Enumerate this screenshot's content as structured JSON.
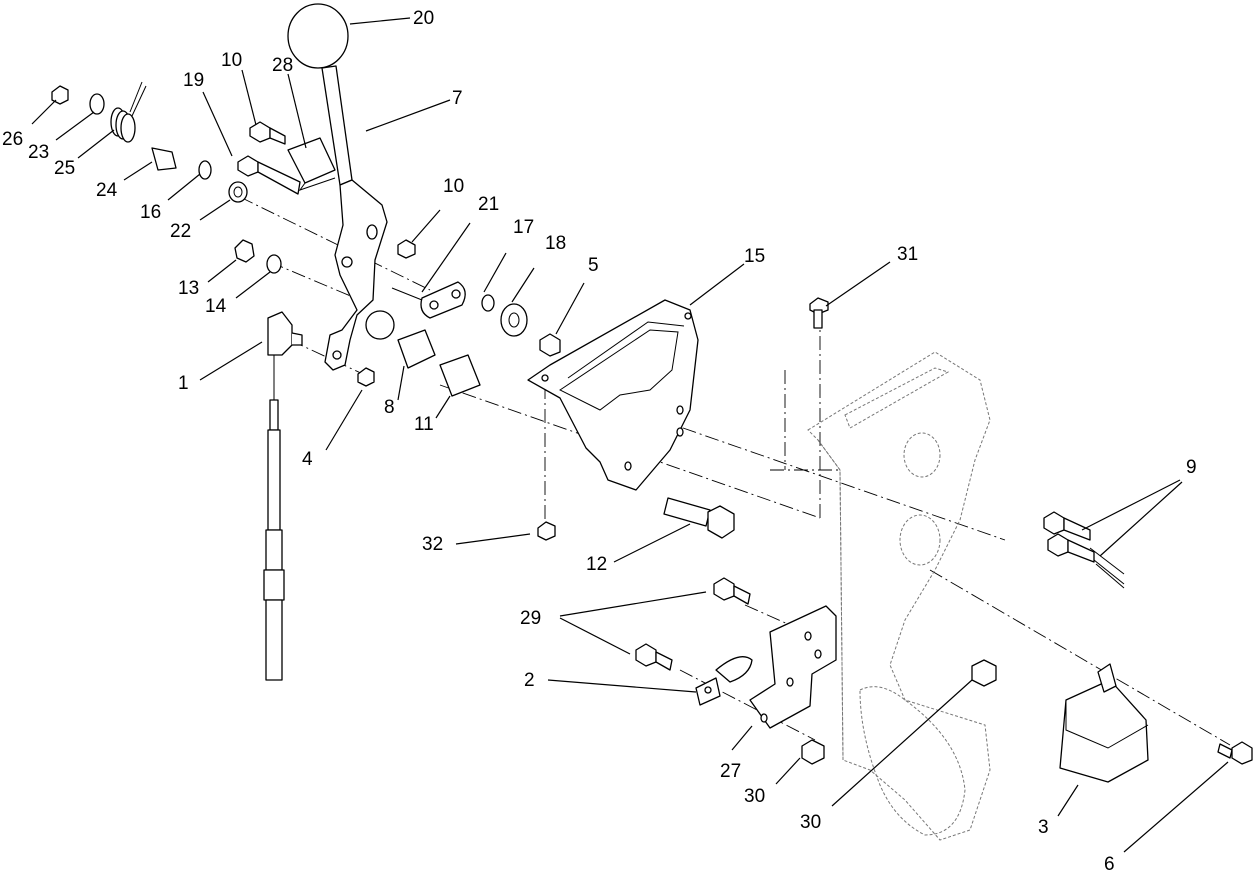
{
  "callouts": [
    {
      "id": "c20a",
      "label": "20"
    },
    {
      "id": "c7",
      "label": "7"
    },
    {
      "id": "c28",
      "label": "28"
    },
    {
      "id": "c10a",
      "label": "10"
    },
    {
      "id": "c19",
      "label": "19"
    },
    {
      "id": "c26",
      "label": "26"
    },
    {
      "id": "c23",
      "label": "23"
    },
    {
      "id": "c25",
      "label": "25"
    },
    {
      "id": "c24",
      "label": "24"
    },
    {
      "id": "c16",
      "label": "16"
    },
    {
      "id": "c22",
      "label": "22"
    },
    {
      "id": "c10b",
      "label": "10"
    },
    {
      "id": "c21",
      "label": "21"
    },
    {
      "id": "c17",
      "label": "17"
    },
    {
      "id": "c18",
      "label": "18"
    },
    {
      "id": "c5",
      "label": "5"
    },
    {
      "id": "c15",
      "label": "15"
    },
    {
      "id": "c31",
      "label": "31"
    },
    {
      "id": "c13",
      "label": "13"
    },
    {
      "id": "c14",
      "label": "14"
    },
    {
      "id": "c1",
      "label": "1"
    },
    {
      "id": "c8",
      "label": "8"
    },
    {
      "id": "c11",
      "label": "11"
    },
    {
      "id": "c4",
      "label": "4"
    },
    {
      "id": "c9",
      "label": "9"
    },
    {
      "id": "c32",
      "label": "32"
    },
    {
      "id": "c12",
      "label": "12"
    },
    {
      "id": "c29",
      "label": "29"
    },
    {
      "id": "c2",
      "label": "2"
    },
    {
      "id": "c27",
      "label": "27"
    },
    {
      "id": "c30a",
      "label": "30"
    },
    {
      "id": "c30b",
      "label": "30"
    },
    {
      "id": "c3",
      "label": "3"
    },
    {
      "id": "c6",
      "label": "6"
    }
  ]
}
